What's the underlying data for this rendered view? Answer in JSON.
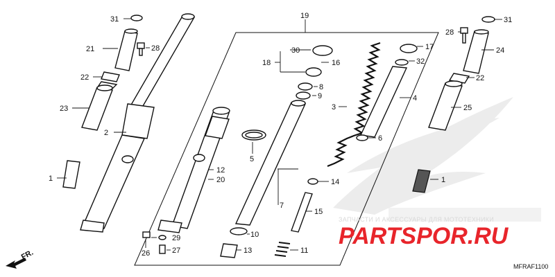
{
  "diagram": {
    "code": "MFRAF1100",
    "direction": "FR.",
    "watermark": {
      "line1": "ЗАПЧАСТИ И АКСЕССУАРЫ ДЛЯ МОТОТЕХНИКИ",
      "line2": "PARTSPOR.RU",
      "brand": "HONDA"
    },
    "labels": [
      "1",
      "1",
      "2",
      "3",
      "4",
      "5",
      "6",
      "7",
      "8",
      "9",
      "10",
      "11",
      "12",
      "13",
      "14",
      "15",
      "16",
      "17",
      "18",
      "19",
      "20",
      "21",
      "22",
      "22",
      "23",
      "24",
      "25",
      "26",
      "27",
      "28",
      "28",
      "29",
      "30",
      "31",
      "31",
      "32"
    ]
  }
}
